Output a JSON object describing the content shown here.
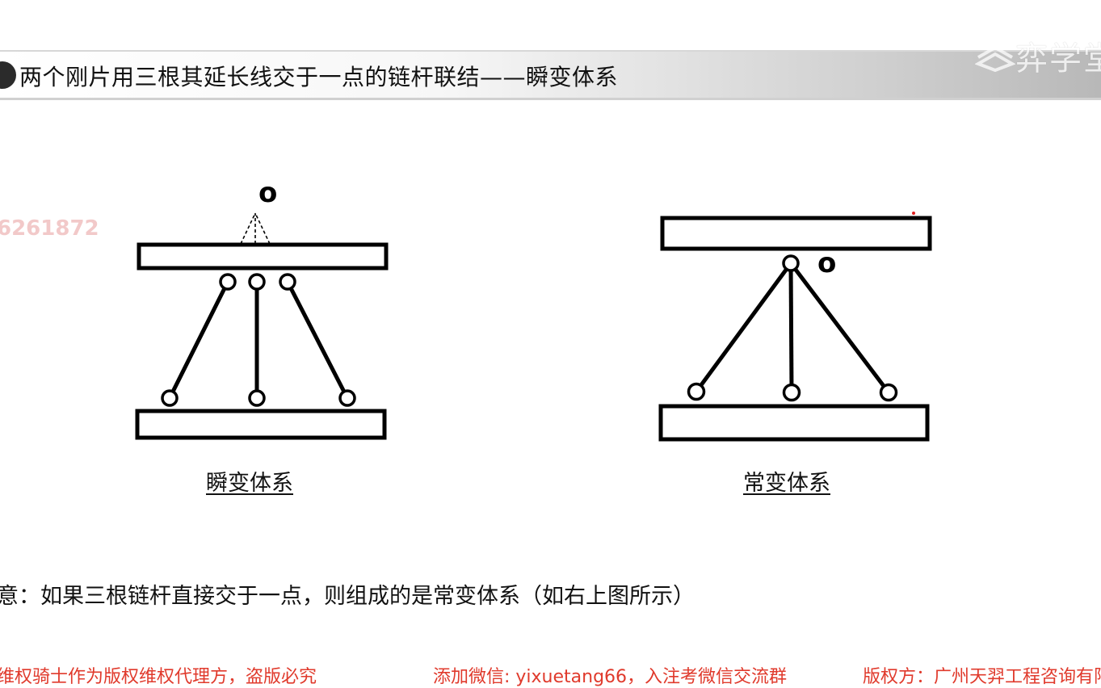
{
  "header": {
    "title": "两个刚片用三根其延长线交于一点的链杆联结——瞬变体系",
    "logo_text": "弈学堂"
  },
  "watermark": "6261872",
  "diagrams": {
    "left": {
      "point_label": "o",
      "caption": "瞬变体系"
    },
    "right": {
      "point_label": "o",
      "caption": "常变体系"
    }
  },
  "note": "意：如果三根链杆直接交于一点，则组成的是常变体系（如右上图所示）",
  "footer": {
    "left": "维权骑士作为版权维权代理方，盗版必究",
    "center": "添加微信: yixuetang66，入注考微信交流群",
    "right": "版权方：广州天羿工程咨询有限"
  },
  "colors": {
    "footer_red": "#e03a2c",
    "watermark_pink": "#f2c9c9",
    "accent_dot": "#e02020"
  }
}
